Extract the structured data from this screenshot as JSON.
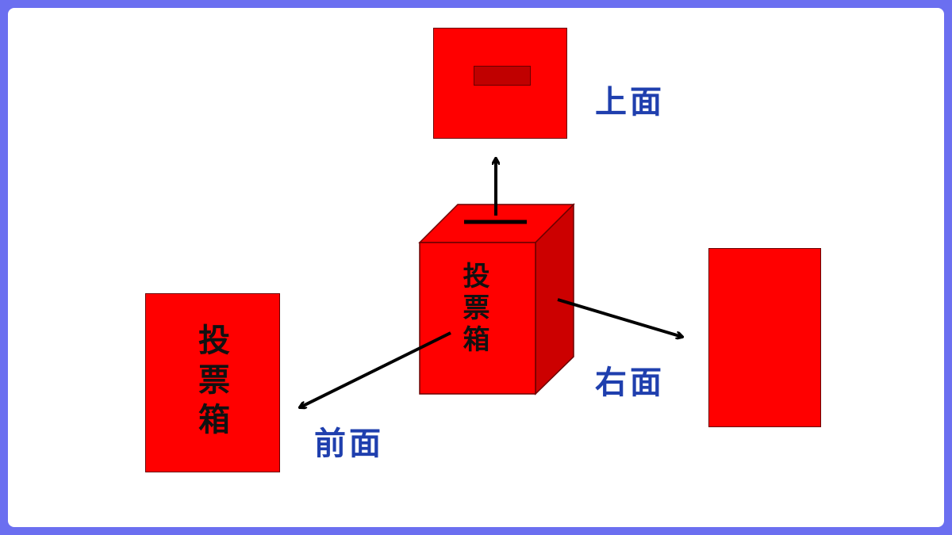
{
  "box_text": "投票箱",
  "labels": {
    "top": "上面",
    "right": "右面",
    "front": "前面"
  },
  "colors": {
    "face": "#ff0000",
    "face_dark": "#cc0000",
    "slot": "#c00000",
    "label": "#1f3fae",
    "border": "#6b6ff0"
  }
}
